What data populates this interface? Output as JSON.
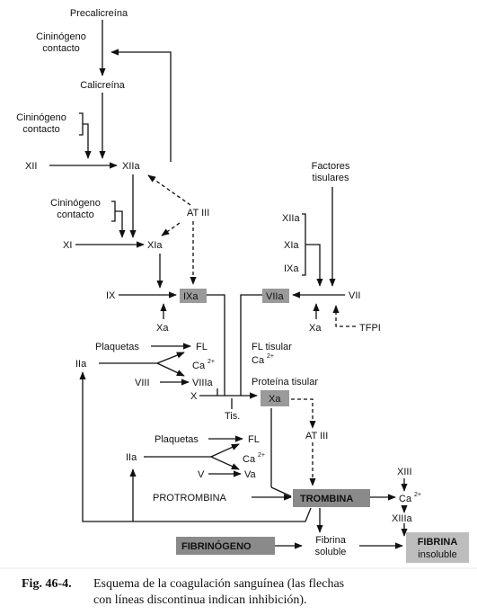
{
  "nodes": {
    "precalicreina": "Precalicreína",
    "cininogeno1a": "Cininógeno",
    "cininogeno1b": "contacto",
    "calicreina": "Calicreína",
    "cininogeno2a": "Cininógeno",
    "cininogeno2b": "contacto",
    "xii": "XII",
    "xiia": "XIIa",
    "cininogeno3a": "Cininógeno",
    "cininogeno3b": "contacto",
    "at3_top": "AT III",
    "xi": "XI",
    "xia": "XIa",
    "ix": "IX",
    "ixa": "IXa",
    "xa_small": "Xa",
    "factores_a": "Factores",
    "factores_b": "tisulares",
    "xiia_r": "XIIa",
    "xia_r": "XIa",
    "ixa_r": "IXa",
    "viia": "VIIa",
    "vii": "VII",
    "xa_r": "Xa",
    "tfpi": "TFPI",
    "plaquetas1": "Plaquetas",
    "fl1": "FL",
    "ca1": "Ca",
    "ca_sup": "2+",
    "iia1": "IIa",
    "viii": "VIII",
    "viiia": "VIIIa",
    "x": "X",
    "fl_tisular": "FL tisular",
    "ca_tis": "Ca",
    "proteina_tisular": "Proteína tisular",
    "xa_center": "Xa",
    "tis": "Tis.",
    "plaquetas2": "Plaquetas",
    "fl2": "FL",
    "iia2": "IIa",
    "ca2": "Ca",
    "v": "V",
    "va": "Va",
    "at3_bottom": "AT III",
    "protrombina": "PROTROMBINA",
    "trombina": "TROMBINA",
    "xiii": "XIII",
    "ca3": "Ca",
    "xiiia": "XIIIa",
    "fibrinogeno": "FIBRINÓGENO",
    "fibrina_soluble_a": "Fibrina",
    "fibrina_soluble_b": "soluble",
    "fibrina_insoluble_a": "FIBRINA",
    "fibrina_insoluble_b": "insoluble"
  },
  "caption": {
    "label": "Fig. 46-4.",
    "line1": "Esquema de la coagulación sanguínea (las flechas",
    "line2": "con líneas discontinua indican inhibición)."
  }
}
